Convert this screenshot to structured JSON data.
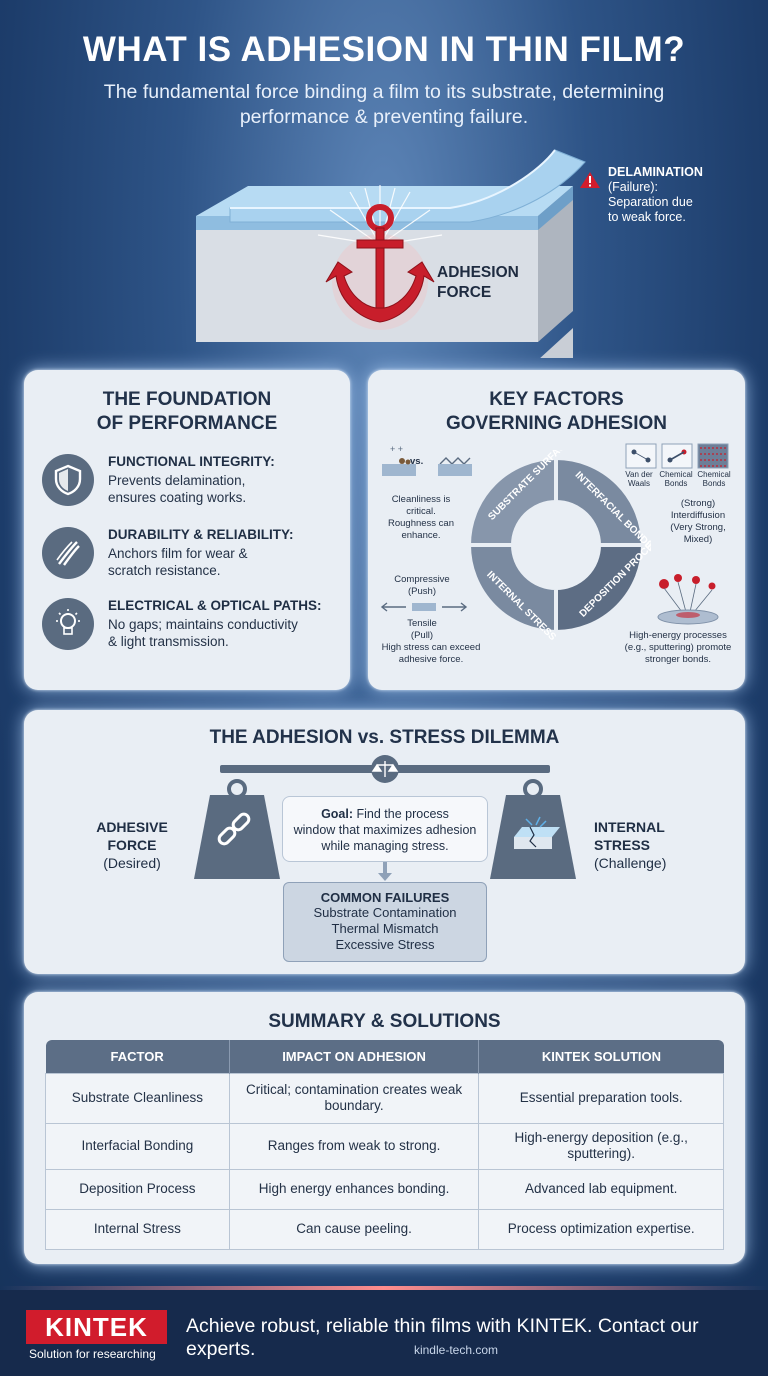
{
  "hero": {
    "title": "WHAT IS ADHESION IN THIN FILM?",
    "subtitle": "The fundamental force binding a film to its substrate, determining performance & preventing failure.",
    "adhesion_label_1": "ADHESION",
    "adhesion_label_2": "FORCE",
    "delamination_title": "DELAMINATION",
    "delamination_tag": "(Failure):",
    "delamination_desc_1": "Separation due",
    "delamination_desc_2": "to weak force."
  },
  "foundation": {
    "title_1": "THE FOUNDATION",
    "title_2": "OF PERFORMANCE",
    "items": [
      {
        "title": "FUNCTIONAL INTEGRITY:",
        "line1": "Prevents delamination,",
        "line2": "ensures coating works.",
        "icon": "shield-icon"
      },
      {
        "title": "DURABILITY & RELIABILITY:",
        "line1": "Anchors film for wear &",
        "line2": "scratch resistance.",
        "icon": "scratch-icon"
      },
      {
        "title": "ELECTRICAL & OPTICAL PATHS:",
        "line1": "No gaps; maintains conductivity",
        "line2": "& light transmission.",
        "icon": "lightbulb-icon"
      }
    ]
  },
  "key_factors": {
    "title_1": "KEY FACTORS",
    "title_2": "GOVERNING ADHESION",
    "vs": "vs.",
    "segments": [
      "SUBSTRATE SURFACE",
      "INTERFACIAL BONDING",
      "DEPOSITION PROCESS",
      "INTERNAL STRESS"
    ],
    "cleanliness_1": "Cleanliness is",
    "cleanliness_2": "critical.",
    "cleanliness_3": "Roughness can",
    "cleanliness_4": "enhance.",
    "bond_types": [
      "Van der Waals",
      "Chemical Bonds",
      "Chemical Bonds"
    ],
    "bonding_1": "(Strong)",
    "bonding_2": "Interdiffusion",
    "bonding_3": "(Very Strong,",
    "bonding_4": "Mixed)",
    "compressive": "Compressive",
    "push": "(Push)",
    "tensile": "Tensile",
    "pull": "(Pull)",
    "stress_note_1": "High stress can exceed",
    "stress_note_2": "adhesive force.",
    "deposition_1": "High-energy processes",
    "deposition_2": "(e.g., sputtering) promote",
    "deposition_3": "stronger bonds."
  },
  "dilemma": {
    "title": "THE ADHESION vs. STRESS DILEMMA",
    "left_1": "ADHESIVE",
    "left_2": "FORCE",
    "left_3": "(Desired)",
    "right_1": "INTERNAL",
    "right_2": "STRESS",
    "right_3": "(Challenge)",
    "goal_label": "Goal:",
    "goal_text_1": " Find the process",
    "goal_text_2": "window that maximizes adhesion",
    "goal_text_3": "while managing stress.",
    "failures_title": "COMMON FAILURES",
    "failures": [
      "Substrate Contamination",
      "Thermal Mismatch",
      "Excessive Stress"
    ]
  },
  "summary": {
    "title": "SUMMARY & SOLUTIONS",
    "headers": [
      "FACTOR",
      "IMPACT ON ADHESION",
      "KINTEK SOLUTION"
    ],
    "rows": [
      [
        "Substrate Cleanliness",
        "Critical; contamination creates weak boundary.",
        "Essential preparation tools."
      ],
      [
        "Interfacial Bonding",
        "Ranges from weak to strong.",
        "High-energy deposition (e.g., sputtering)."
      ],
      [
        "Deposition Process",
        "High energy enhances bonding.",
        "Advanced lab equipment."
      ],
      [
        "Internal Stress",
        "Can cause peeling.",
        "Process optimization expertise."
      ]
    ]
  },
  "footer": {
    "logo": "KINTEK",
    "tagline": "Solution for researching",
    "cta": "Achieve robust, reliable thin films with KINTEK. Contact our experts.",
    "url": "kindle-tech.com"
  },
  "colors": {
    "brand_red": "#d11c2c",
    "panel_bg": "#e9eef4",
    "slate": "#5a6b80",
    "navy": "#162a4c"
  }
}
